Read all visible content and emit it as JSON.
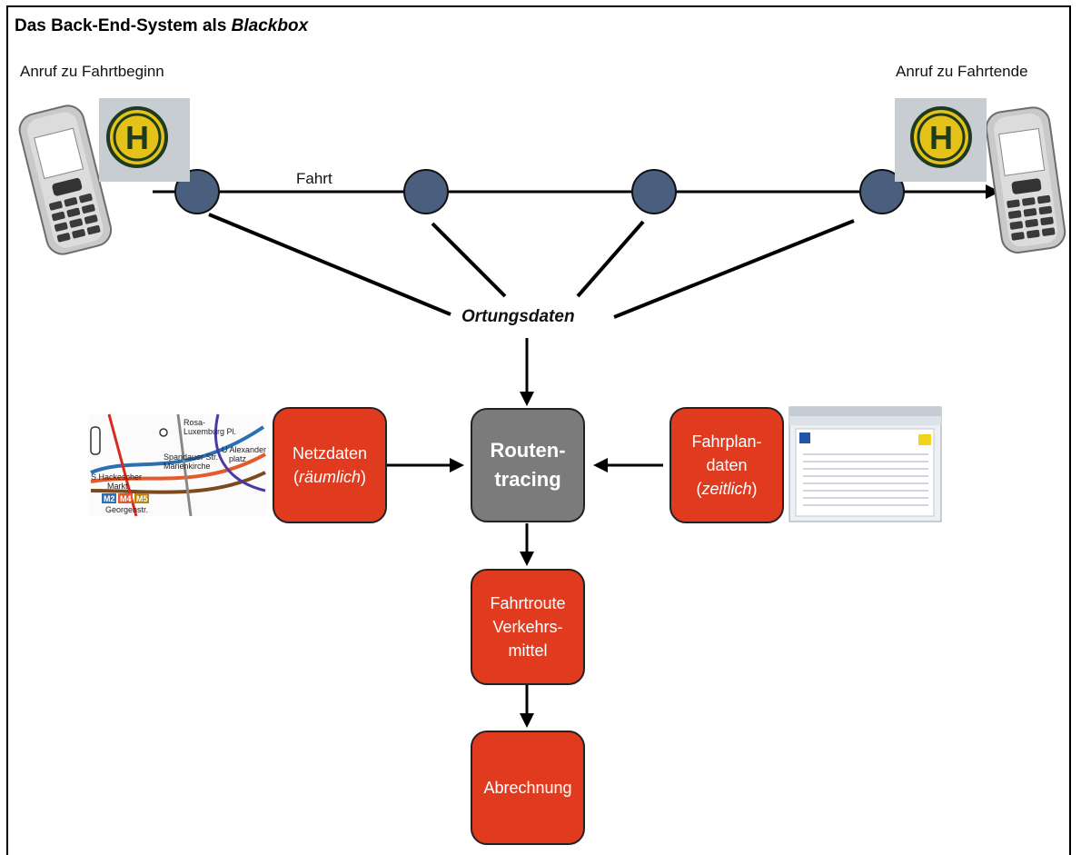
{
  "title": {
    "main": "Das Back-End-System als ",
    "em": "Blackbox"
  },
  "captions": {
    "start": "Anruf zu Fahrtbeginn",
    "end": "Anruf zu Fahrtende",
    "trip": "Fahrt",
    "location_data": "Ortungsdaten"
  },
  "boxes": {
    "network": {
      "line1": "Netzdaten",
      "line2_open": "(",
      "line2_em": "räumlich",
      "line2_close": ")"
    },
    "routing": {
      "line1": "Routen-",
      "line2": "tracing"
    },
    "timetable": {
      "line1": "Fahrplan-",
      "line2": "daten",
      "line3_open": "(",
      "line3_em": "zeitlich",
      "line3_close": ")"
    },
    "route": {
      "line1": "Fahrtroute",
      "line2": "Verkehrs-",
      "line3": "mittel"
    },
    "billing": {
      "line1": "Abrechnung"
    }
  },
  "stop_sign_letter": "H",
  "map_labels": [
    "Rosa-",
    "Luxemburg Pl.",
    "Spandauer Str.",
    "Marienkirche",
    "S Hackescher",
    "Markt",
    "M2",
    "M4",
    "M5",
    "U Alexander",
    "platz",
    "Georgenstr."
  ],
  "colors": {
    "box_red": "#e03b1f",
    "box_gray": "#7b7b7b",
    "node": "#4a5f7e"
  }
}
